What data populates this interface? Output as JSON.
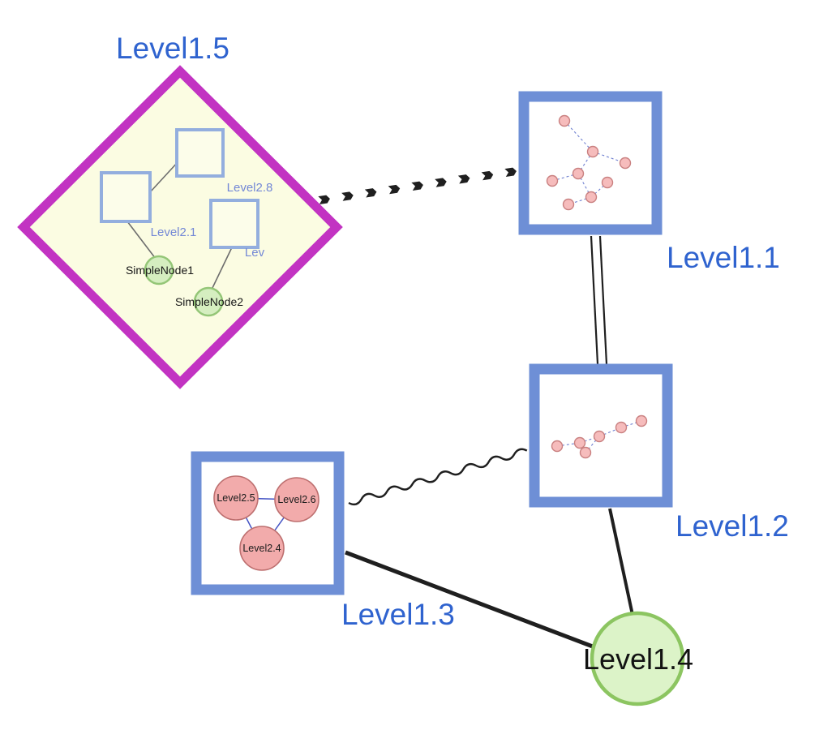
{
  "groups": {
    "level15": {
      "label": "Level1.5"
    },
    "level11": {
      "label": "Level1.1"
    },
    "level12": {
      "label": "Level1.2"
    },
    "level13": {
      "label": "Level1.3"
    }
  },
  "nodes": {
    "level14": {
      "label": "Level1.4"
    },
    "level28": {
      "label": "Level2.8"
    },
    "level21": {
      "label": "Level2.1"
    },
    "lev": {
      "label": "Lev"
    },
    "simplenode1": {
      "label": "SimpleNode1"
    },
    "simplenode2": {
      "label": "SimpleNode2"
    },
    "level25": {
      "label": "Level2.5"
    },
    "level26": {
      "label": "Level2.6"
    },
    "level24": {
      "label": "Level2.4"
    }
  },
  "colors": {
    "group_label_blue": "#2f63cf",
    "group_border_blue": "#6e8fd6",
    "diamond_border_magenta": "#c233c2",
    "diamond_fill_yellow": "#fbfce2",
    "green_node_fill": "#dcf3c8",
    "green_node_border": "#8cc561",
    "pink_node_fill": "#f2abab",
    "pink_node_border": "#bd6f6f",
    "edge_black": "#1f1f1f",
    "inner_edge_blue": "#6e7fd0"
  }
}
